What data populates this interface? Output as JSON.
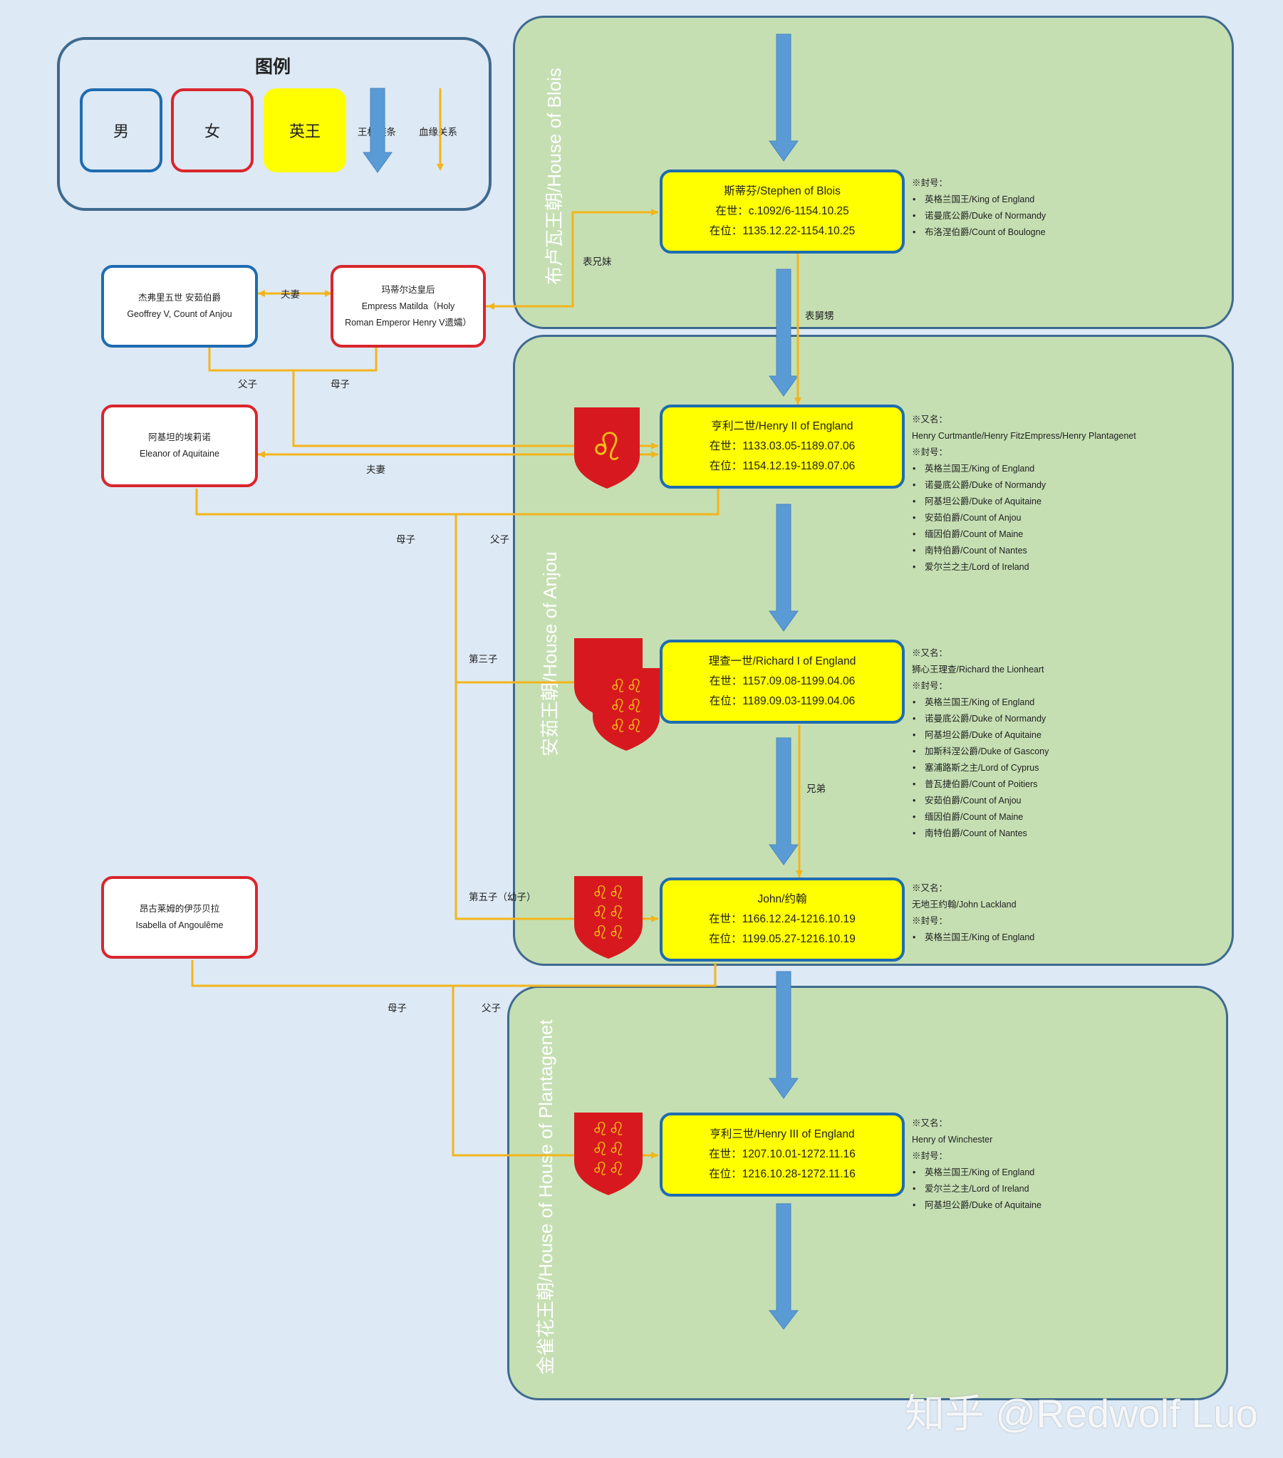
{
  "legend": {
    "title": "图例",
    "male": "男",
    "female": "女",
    "king": "英王",
    "arrow_label": "王权链条",
    "line_label": "血缘关系"
  },
  "houses": {
    "blois": "布卢瓦王朝/House of Blois",
    "anjou": "安茹王朝/House of Anjou",
    "plantagenet": "金雀花王朝/House of House of Plantagenet"
  },
  "persons": {
    "geoffrey": [
      "杰弗里五世 安茹伯爵",
      "Geoffrey V, Count of Anjou"
    ],
    "matilda": [
      "玛蒂尔达皇后",
      "Empress Matilda（Holy",
      "Roman Emperor Henry V遗孀）"
    ],
    "eleanor": [
      "阿基坦的埃莉诺",
      "Eleanor of Aquitaine"
    ],
    "isabella": [
      "昂古莱姆的伊莎贝拉",
      "Isabella of Angoulême"
    ]
  },
  "kings": [
    {
      "name": "斯蒂芬/Stephen of Blois",
      "born": "在世：c.1092/6-1154.10.25",
      "reign": "在位：1135.12.22-1154.10.25",
      "info": {
        "aka_label": "",
        "aka": "",
        "titles_label": "※封号：",
        "titles": [
          "英格兰国王/King of England",
          "诺曼底公爵/Duke of Normandy",
          "布洛涅伯爵/Count of Boulogne"
        ]
      }
    },
    {
      "name": "亨利二世/Henry II of England",
      "born": "在世：1133.03.05-1189.07.06",
      "reign": "在位：1154.12.19-1189.07.06",
      "info": {
        "aka_label": "※又名：",
        "aka": "Henry Curtmantle/Henry FitzEmpress/Henry Plantagenet",
        "titles_label": "※封号：",
        "titles": [
          "英格兰国王/King of England",
          "诺曼底公爵/Duke of Normandy",
          "阿基坦公爵/Duke of Aquitaine",
          "安茹伯爵/Count of Anjou",
          "缅因伯爵/Count of Maine",
          "南特伯爵/Count of Nantes",
          "爱尔兰之主/Lord of Ireland"
        ]
      }
    },
    {
      "name": "理查一世/Richard I of England",
      "born": "在世：1157.09.08-1199.04.06",
      "reign": "在位：1189.09.03-1199.04.06",
      "info": {
        "aka_label": "※又名：",
        "aka": "狮心王理查/Richard the Lionheart",
        "titles_label": "※封号：",
        "titles": [
          "英格兰国王/King of England",
          "诺曼底公爵/Duke of Normandy",
          "阿基坦公爵/Duke of Aquitaine",
          "加斯科涅公爵/Duke of Gascony",
          "塞浦路斯之主/Lord of Cyprus",
          "普瓦捷伯爵/Count of Poitiers",
          "安茹伯爵/Count of Anjou",
          "缅因伯爵/Count of Maine",
          "南特伯爵/Count of Nantes"
        ]
      }
    },
    {
      "name": "John/约翰",
      "born": "在世：1166.12.24-1216.10.19",
      "reign": "在位：1199.05.27-1216.10.19",
      "info": {
        "aka_label": "※又名：",
        "aka": "无地王约翰/John Lackland",
        "titles_label": "※封号：",
        "titles": [
          "英格兰国王/King of England"
        ]
      }
    },
    {
      "name": "亨利三世/Henry III of England",
      "born": "在世：1207.10.01-1272.11.16",
      "reign": "在位：1216.10.28-1272.11.16",
      "info": {
        "aka_label": "※又名：",
        "aka": "Henry of Winchester",
        "titles_label": "※封号：",
        "titles": [
          "英格兰国王/King of England",
          "爱尔兰之主/Lord of Ireland",
          "阿基坦公爵/Duke of Aquitaine"
        ]
      }
    }
  ],
  "relations": {
    "cousins": "表兄妹",
    "nephew": "表舅甥",
    "spouse1": "夫妻",
    "father1": "父子",
    "mother1": "母子",
    "spouse2": "夫妻",
    "mother2": "母子",
    "father2": "父子",
    "third_son": "第三子",
    "brothers": "兄弟",
    "fifth_son": "第五子（幼子）",
    "mother3": "母子",
    "father3": "父子"
  },
  "watermark": "知乎 @Redwolf Luo",
  "colors": {
    "male": "#1f6cb0",
    "female": "#d9262c",
    "king": "#ffff00",
    "blood": "#f2b51b",
    "arrow": "#5b9bd5",
    "panel": "#c5dfb3"
  }
}
